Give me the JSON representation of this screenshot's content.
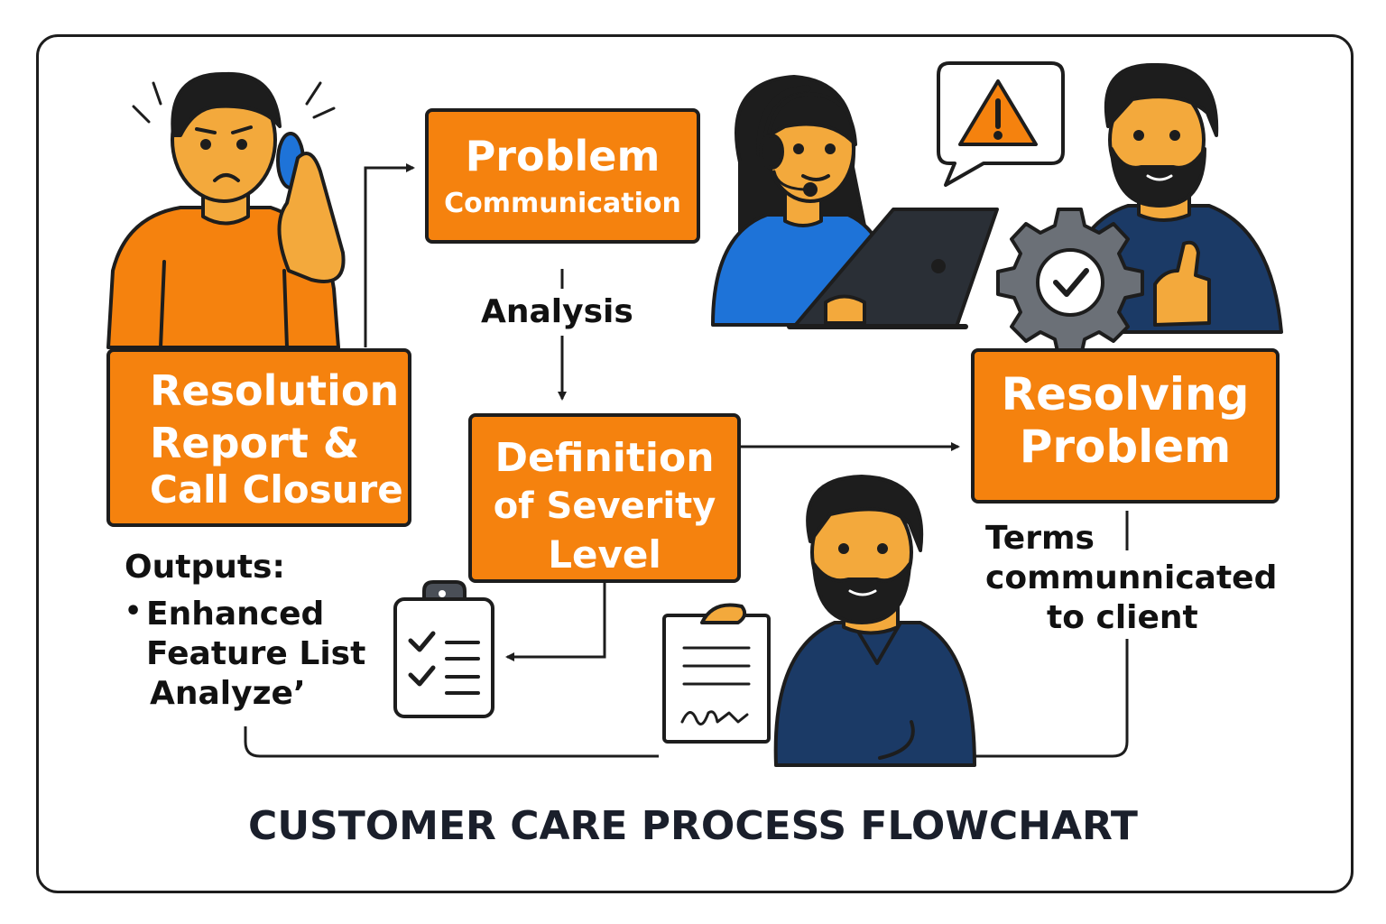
{
  "title": "CUSTOMER CARE PROCESS FLOWCHART",
  "colors": {
    "accent": "#F5820E",
    "outline": "#1d1d1d",
    "blue": "#1E73D8",
    "navy": "#1B3A66",
    "skin": "#F3A93C"
  },
  "nodes": {
    "problem_communication": {
      "line1": "Problem",
      "line2": "Communication"
    },
    "definition": {
      "line1": "Definition",
      "line2": "of Severity",
      "line3": "Level"
    },
    "resolving": {
      "line1": "Resolving",
      "line2": "Problem"
    },
    "resolution": {
      "line1": "Resolution",
      "line2": "Report &",
      "line3": "Call Closure"
    }
  },
  "labels": {
    "analysis": "Analysis",
    "terms": {
      "line1": "Terms",
      "line2": "communnicated",
      "line3": "to client"
    },
    "outputs": {
      "heading": "Outputs:",
      "bullet": "•",
      "line1": "Enhanced",
      "line2": "Feature List",
      "line3": "Analyze’"
    }
  },
  "icons": [
    "phone-caller",
    "support-agent-headset",
    "laptop",
    "warning-speech-bubble",
    "gear-check",
    "bearded-man-thumbs-up",
    "checklist-clipboard",
    "signed-document",
    "bearded-man-holding-document"
  ]
}
